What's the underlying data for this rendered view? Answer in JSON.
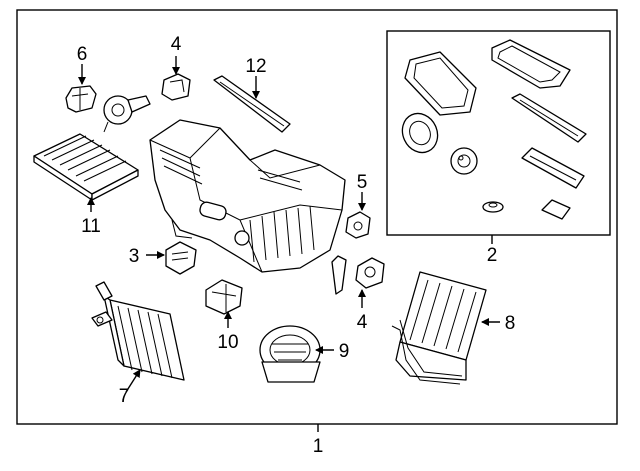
{
  "diagram": {
    "callouts": {
      "part1": "1",
      "part2": "2",
      "part3": "3",
      "part4_top": "4",
      "part4_bottom": "4",
      "part5": "5",
      "part6": "6",
      "part7": "7",
      "part8": "8",
      "part9": "9",
      "part10": "10",
      "part11": "11",
      "part12": "12"
    }
  }
}
